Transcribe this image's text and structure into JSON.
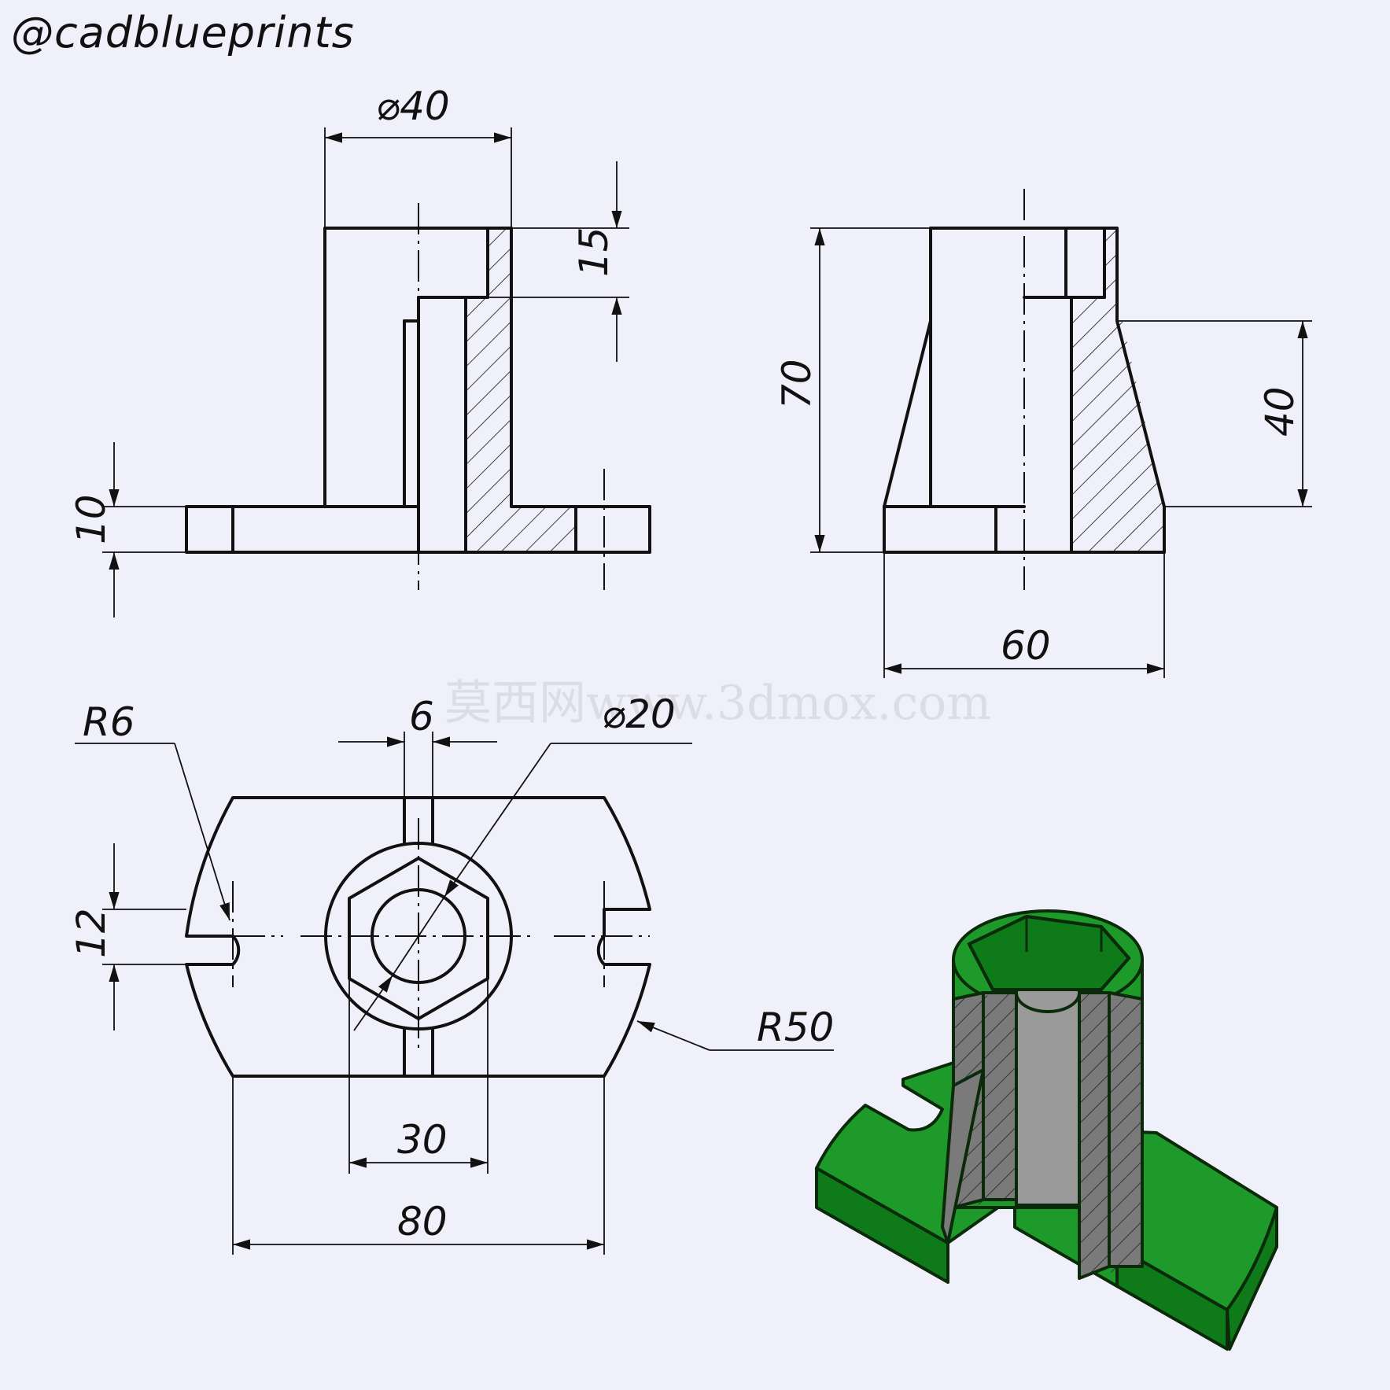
{
  "header": {
    "handle": "@cadblueprints"
  },
  "watermark": "莫西网www.3dmox.com",
  "dimensions": {
    "front_dia_top": "⌀40",
    "front_depth": "15",
    "front_base": "10",
    "side_height": "70",
    "side_upper": "40",
    "side_width": "60",
    "top_slot_radius": "R6",
    "top_key_width": "6",
    "top_bore_dia": "⌀20",
    "top_slot_width": "12",
    "top_arc_radius": "R50",
    "top_hex_width": "30",
    "top_overall": "80"
  },
  "colors": {
    "background": "#f0f0fa",
    "line": "#111111",
    "model_top": "#1e9a2a",
    "model_side": "#0f7a1a",
    "model_cut": "#7a7a7a"
  }
}
